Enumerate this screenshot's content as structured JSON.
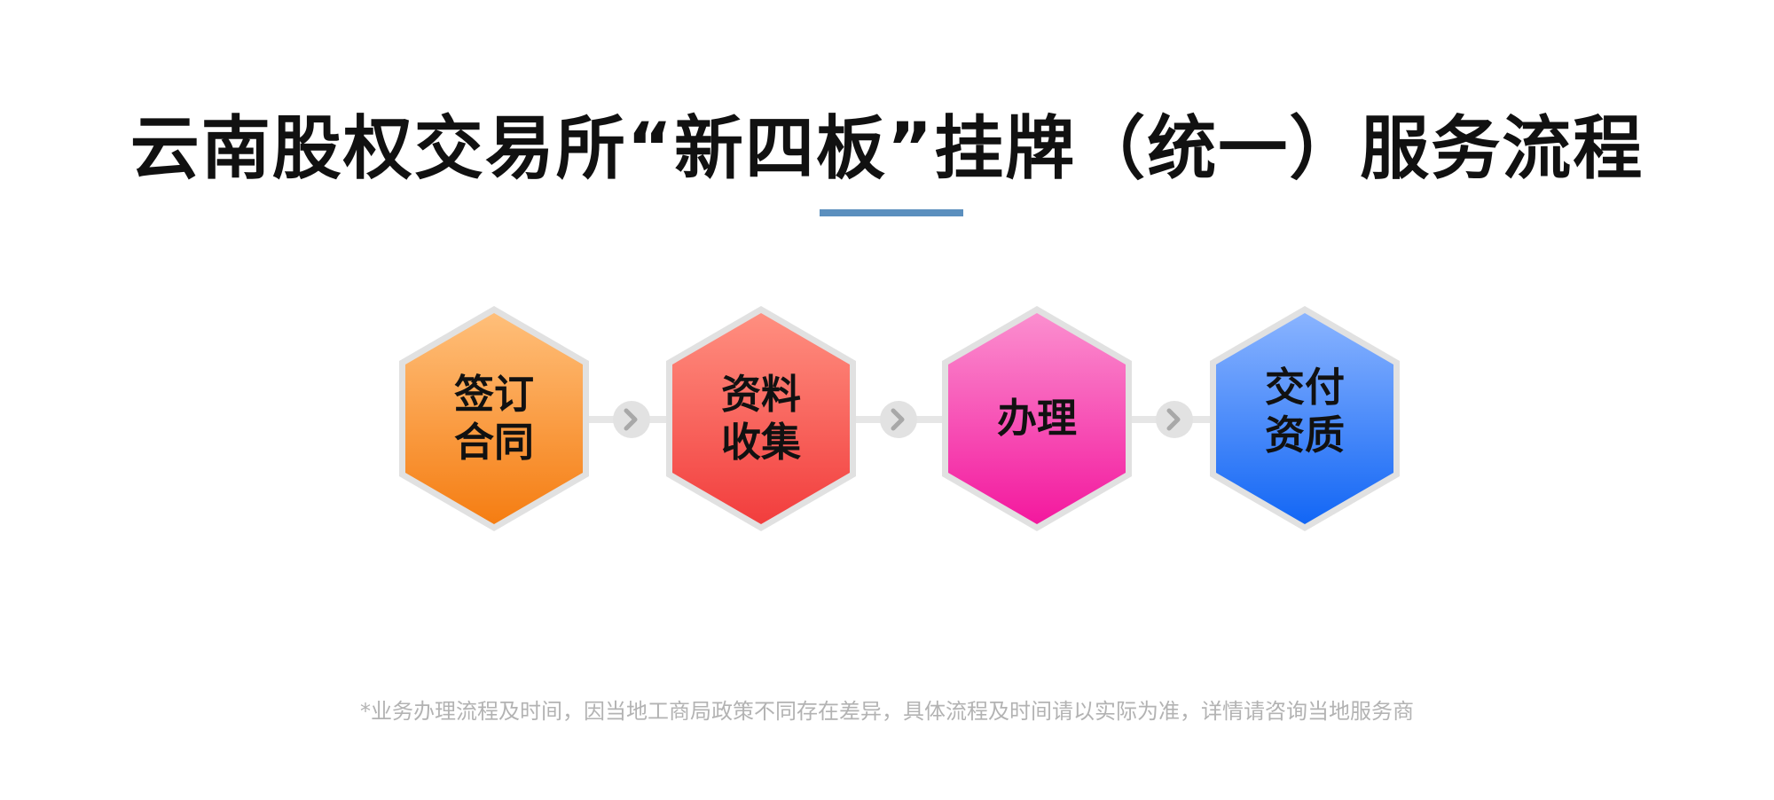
{
  "title": "云南股权交易所“新四板”挂牌（统一）服务流程",
  "accent_color": "#5b8fbe",
  "steps": [
    {
      "label": "签订\n合同",
      "gradient_top": "#ffbf7a",
      "gradient_bottom": "#f57d12"
    },
    {
      "label": "资料\n收集",
      "gradient_top": "#ff8f80",
      "gradient_bottom": "#f23d3d"
    },
    {
      "label": "办理",
      "gradient_top": "#fb8fcf",
      "gradient_bottom": "#f3189e"
    },
    {
      "label": "交付\n资质",
      "gradient_top": "#8ab4ff",
      "gradient_bottom": "#1266f5"
    }
  ],
  "connector_icon": "chevron-right-icon",
  "footnote": "*业务办理流程及时间，因当地工商局政策不同存在差异，具体流程及时间请以实际为准，详情请咨询当地服务商"
}
